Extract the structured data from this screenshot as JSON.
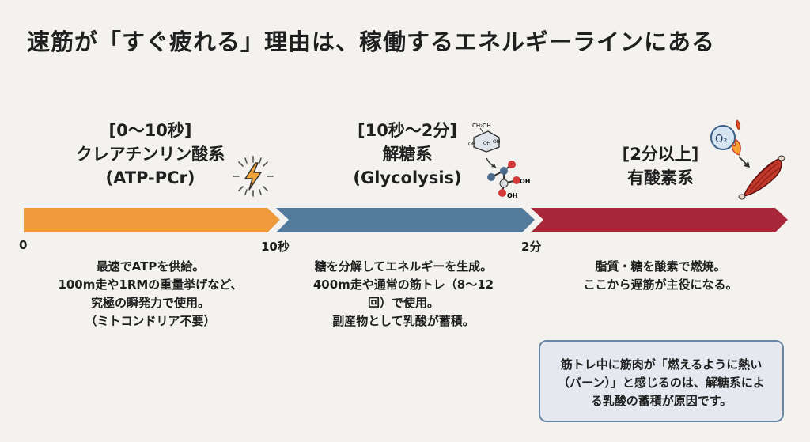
{
  "title": "速筋が「すぐ疲れる」理由は、稼働するエネルギーラインにある",
  "phases": [
    {
      "range": "[0〜10秒]",
      "name": "クレアチンリン酸系",
      "sub": "(ATP-PCr)",
      "color": "#ef9a3a",
      "icon": "lightning-burst-icon",
      "desc": [
        "最速でATPを供給。",
        "100m走や1RMの重量挙げなど、",
        "究極の瞬発力で使用。",
        "（ミトコンドリア不要）"
      ]
    },
    {
      "range": "[10秒〜2分]",
      "name": "解糖系",
      "sub": "(Glycolysis)",
      "color": "#547a9c",
      "icon": "glucose-molecule-icon",
      "desc": [
        "糖を分解してエネルギーを生成。",
        "400m走や通常の筋トレ（8〜12",
        "回）で使用。",
        "副産物として乳酸が蓄積。"
      ]
    },
    {
      "range": "[2分以上]",
      "name": "有酸素系",
      "sub": "",
      "color": "#a8283a",
      "icon": "oxygen-muscle-icon",
      "desc": [
        "脂質・糖を酸素で燃焼。",
        "ここから遅筋が主役になる。"
      ]
    }
  ],
  "ticks": [
    "0",
    "10秒",
    "2分"
  ],
  "molecule_labels": {
    "top": "CH₂OH",
    "oh": "OH",
    "o2": "O₂"
  },
  "note": "筋トレ中に筋肉が「燃えるように熱い（バーン）」と感じるのは、解糖系による乳酸の蓄積が原因です。"
}
